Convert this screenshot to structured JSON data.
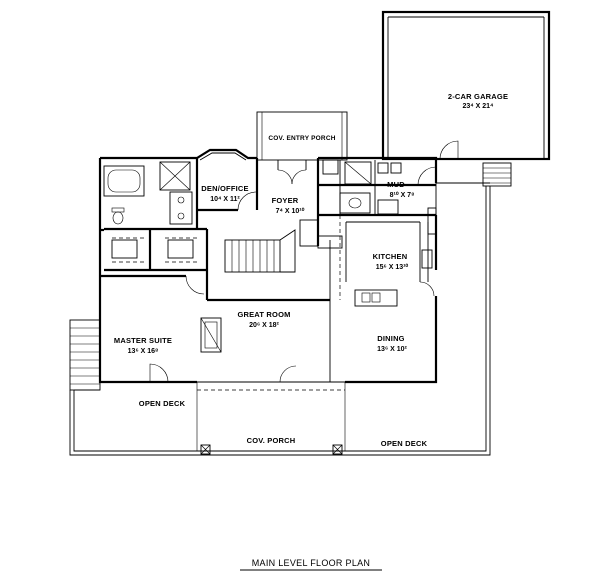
{
  "plan_title": "MAIN LEVEL FLOOR PLAN",
  "rooms": {
    "garage": {
      "name": "2-CAR GARAGE",
      "size": "23⁴ X 21⁴"
    },
    "entry_porch": {
      "name": "COV. ENTRY PORCH"
    },
    "den": {
      "name": "DEN/OFFICE",
      "size": "10⁴ X 11²"
    },
    "foyer": {
      "name": "FOYER",
      "size": "7⁴ X 10¹⁰"
    },
    "mud": {
      "name": "MUD",
      "size": "8¹⁰ X 7⁸"
    },
    "kitchen": {
      "name": "KITCHEN",
      "size": "15⁶ X 13¹⁰"
    },
    "great_room": {
      "name": "GREAT ROOM",
      "size": "20⁶ X 18²"
    },
    "master": {
      "name": "MASTER SUITE",
      "size": "13⁶ X 16⁸"
    },
    "dining": {
      "name": "DINING",
      "size": "13⁶ X 10²"
    },
    "deck_left": {
      "name": "OPEN DECK"
    },
    "cov_porch": {
      "name": "COV. PORCH"
    },
    "deck_right": {
      "name": "OPEN DECK"
    }
  }
}
